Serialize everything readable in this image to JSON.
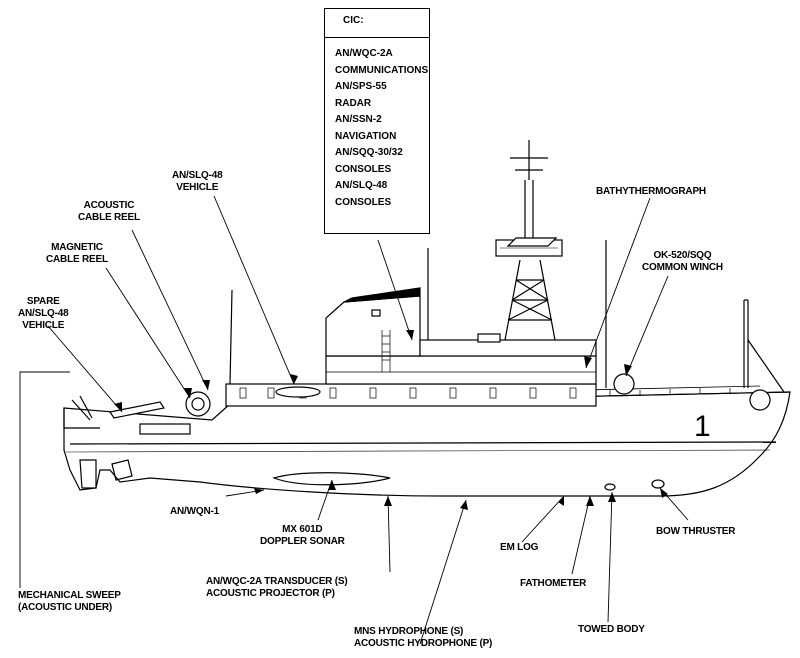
{
  "cic": {
    "title": "CIC:",
    "items": [
      "AN/WQC-2A",
      "COMMUNICATIONS",
      "AN/SPS-55",
      "RADAR",
      "AN/SSN-2",
      "NAVIGATION",
      "AN/SQQ-30/32",
      "CONSOLES",
      "AN/SLQ-48",
      "CONSOLES"
    ]
  },
  "hull_number": "1",
  "labels": {
    "slq48_vehicle": [
      "AN/SLQ-48",
      "VEHICLE"
    ],
    "acoustic_cable_reel": [
      "ACOUSTIC",
      "CABLE REEL"
    ],
    "magnetic_cable_reel": [
      "MAGNETIC",
      "CABLE REEL"
    ],
    "spare_vehicle": [
      "SPARE",
      "AN/SLQ-48",
      "VEHICLE"
    ],
    "bathythermograph": [
      "BATHYTHERMOGRAPH"
    ],
    "common_winch": [
      "OK-520/SQQ",
      "COMMON WINCH"
    ],
    "wqn1": [
      "AN/WQN-1"
    ],
    "doppler_sonar": [
      "MX 601D",
      "DOPPLER SONAR"
    ],
    "em_log": [
      "EM LOG"
    ],
    "bow_thruster": [
      "BOW THRUSTER"
    ],
    "mechanical_sweep": [
      "MECHANICAL SWEEP",
      "(ACOUSTIC UNDER)"
    ],
    "transducer": [
      "AN/WQC-2A TRANSDUCER (S)",
      "ACOUSTIC PROJECTOR (P)"
    ],
    "fathometer": [
      "FATHOMETER"
    ],
    "hydrophone": [
      "MNS HYDROPHONE (S)",
      "ACOUSTIC HYDROPHONE (P)"
    ],
    "towed_body": [
      "TOWED BODY"
    ]
  }
}
